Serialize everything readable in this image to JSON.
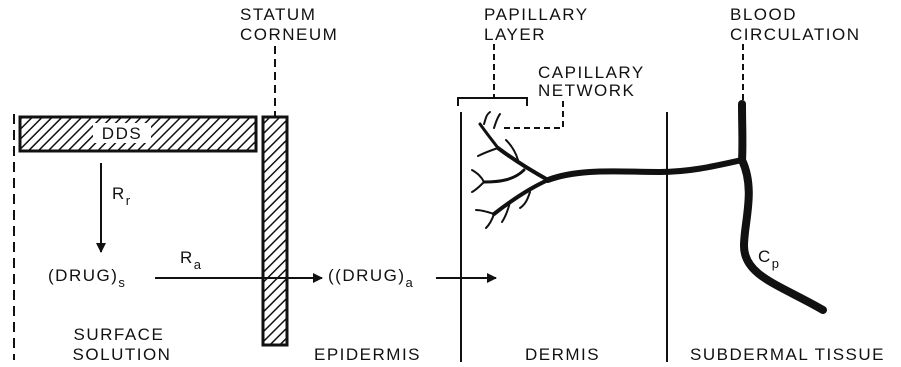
{
  "labels": {
    "stratum_corneum": [
      "STATUM",
      "CORNEUM"
    ],
    "papillary_layer": [
      "PAPILLARY",
      "LAYER"
    ],
    "capillary_network": [
      "CAPILLARY",
      "NETWORK"
    ],
    "blood_circulation": [
      "BLOOD",
      "CIRCULATION"
    ],
    "dds": "DDS",
    "rate_release": "R",
    "rate_release_sub": "r",
    "rate_absorption": "R",
    "rate_absorption_sub": "a",
    "drug_surface": "(DRUG)",
    "drug_surface_sub": "s",
    "drug_absorbed": "((DRUG)",
    "drug_absorbed_sub": "a",
    "plasma_conc": "C",
    "plasma_conc_sub": "p",
    "surface_solution": [
      "SURFACE",
      "SOLUTION"
    ],
    "epidermis": "EPIDERMIS",
    "dermis": "DERMIS",
    "subdermal_tissue": "SUBDERMAL TISSUE"
  },
  "colors": {
    "ink": "#111111",
    "background": "#ffffff"
  }
}
